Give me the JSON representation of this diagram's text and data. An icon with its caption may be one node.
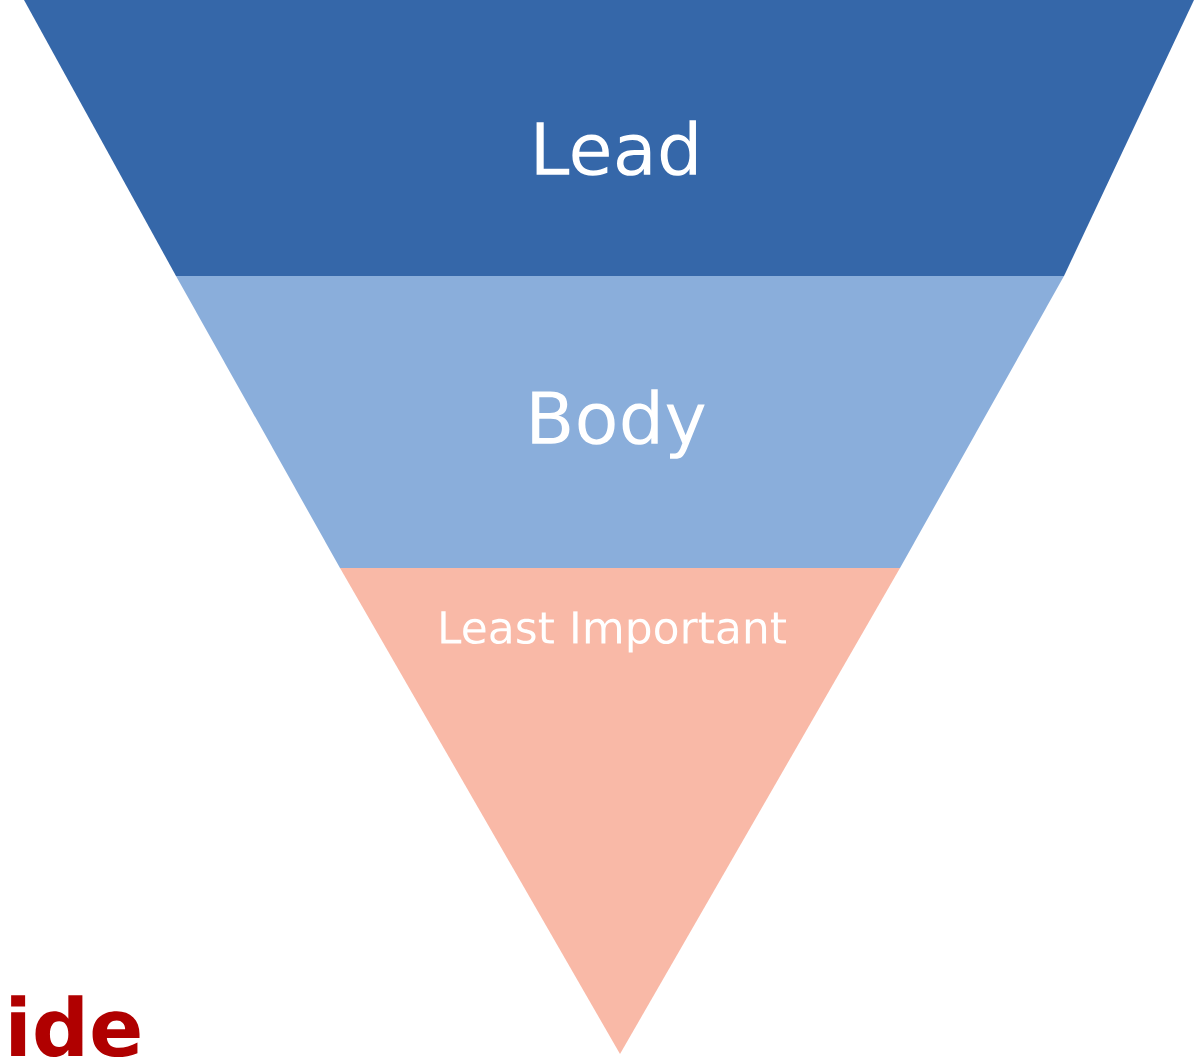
{
  "diagram": {
    "nodes": [
      {
        "text": [
          "Lead"
        ]
      },
      {
        "text": [
          "Body"
        ]
      },
      {
        "text": [
          "Least Important"
        ]
      }
    ],
    "labels": [
      "ide"
    ]
  }
}
